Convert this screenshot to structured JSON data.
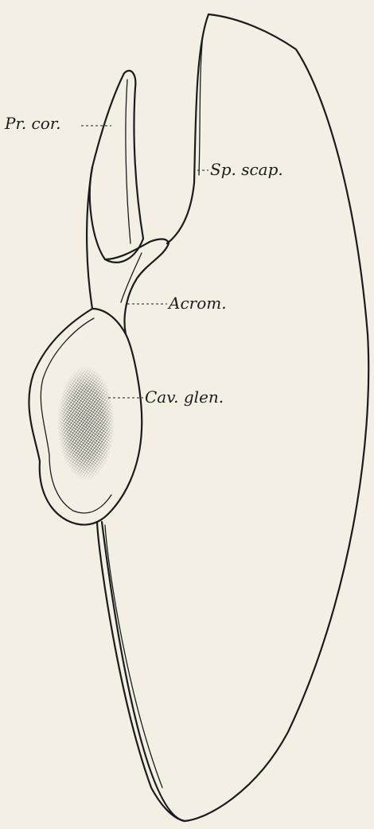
{
  "figure": {
    "labels": {
      "processus_coracoideus": "Pr. cor.",
      "spina_scapulae": "Sp. scap.",
      "acromion": "Acrom.",
      "cavitas_glenoidalis": "Cav. glen."
    }
  }
}
